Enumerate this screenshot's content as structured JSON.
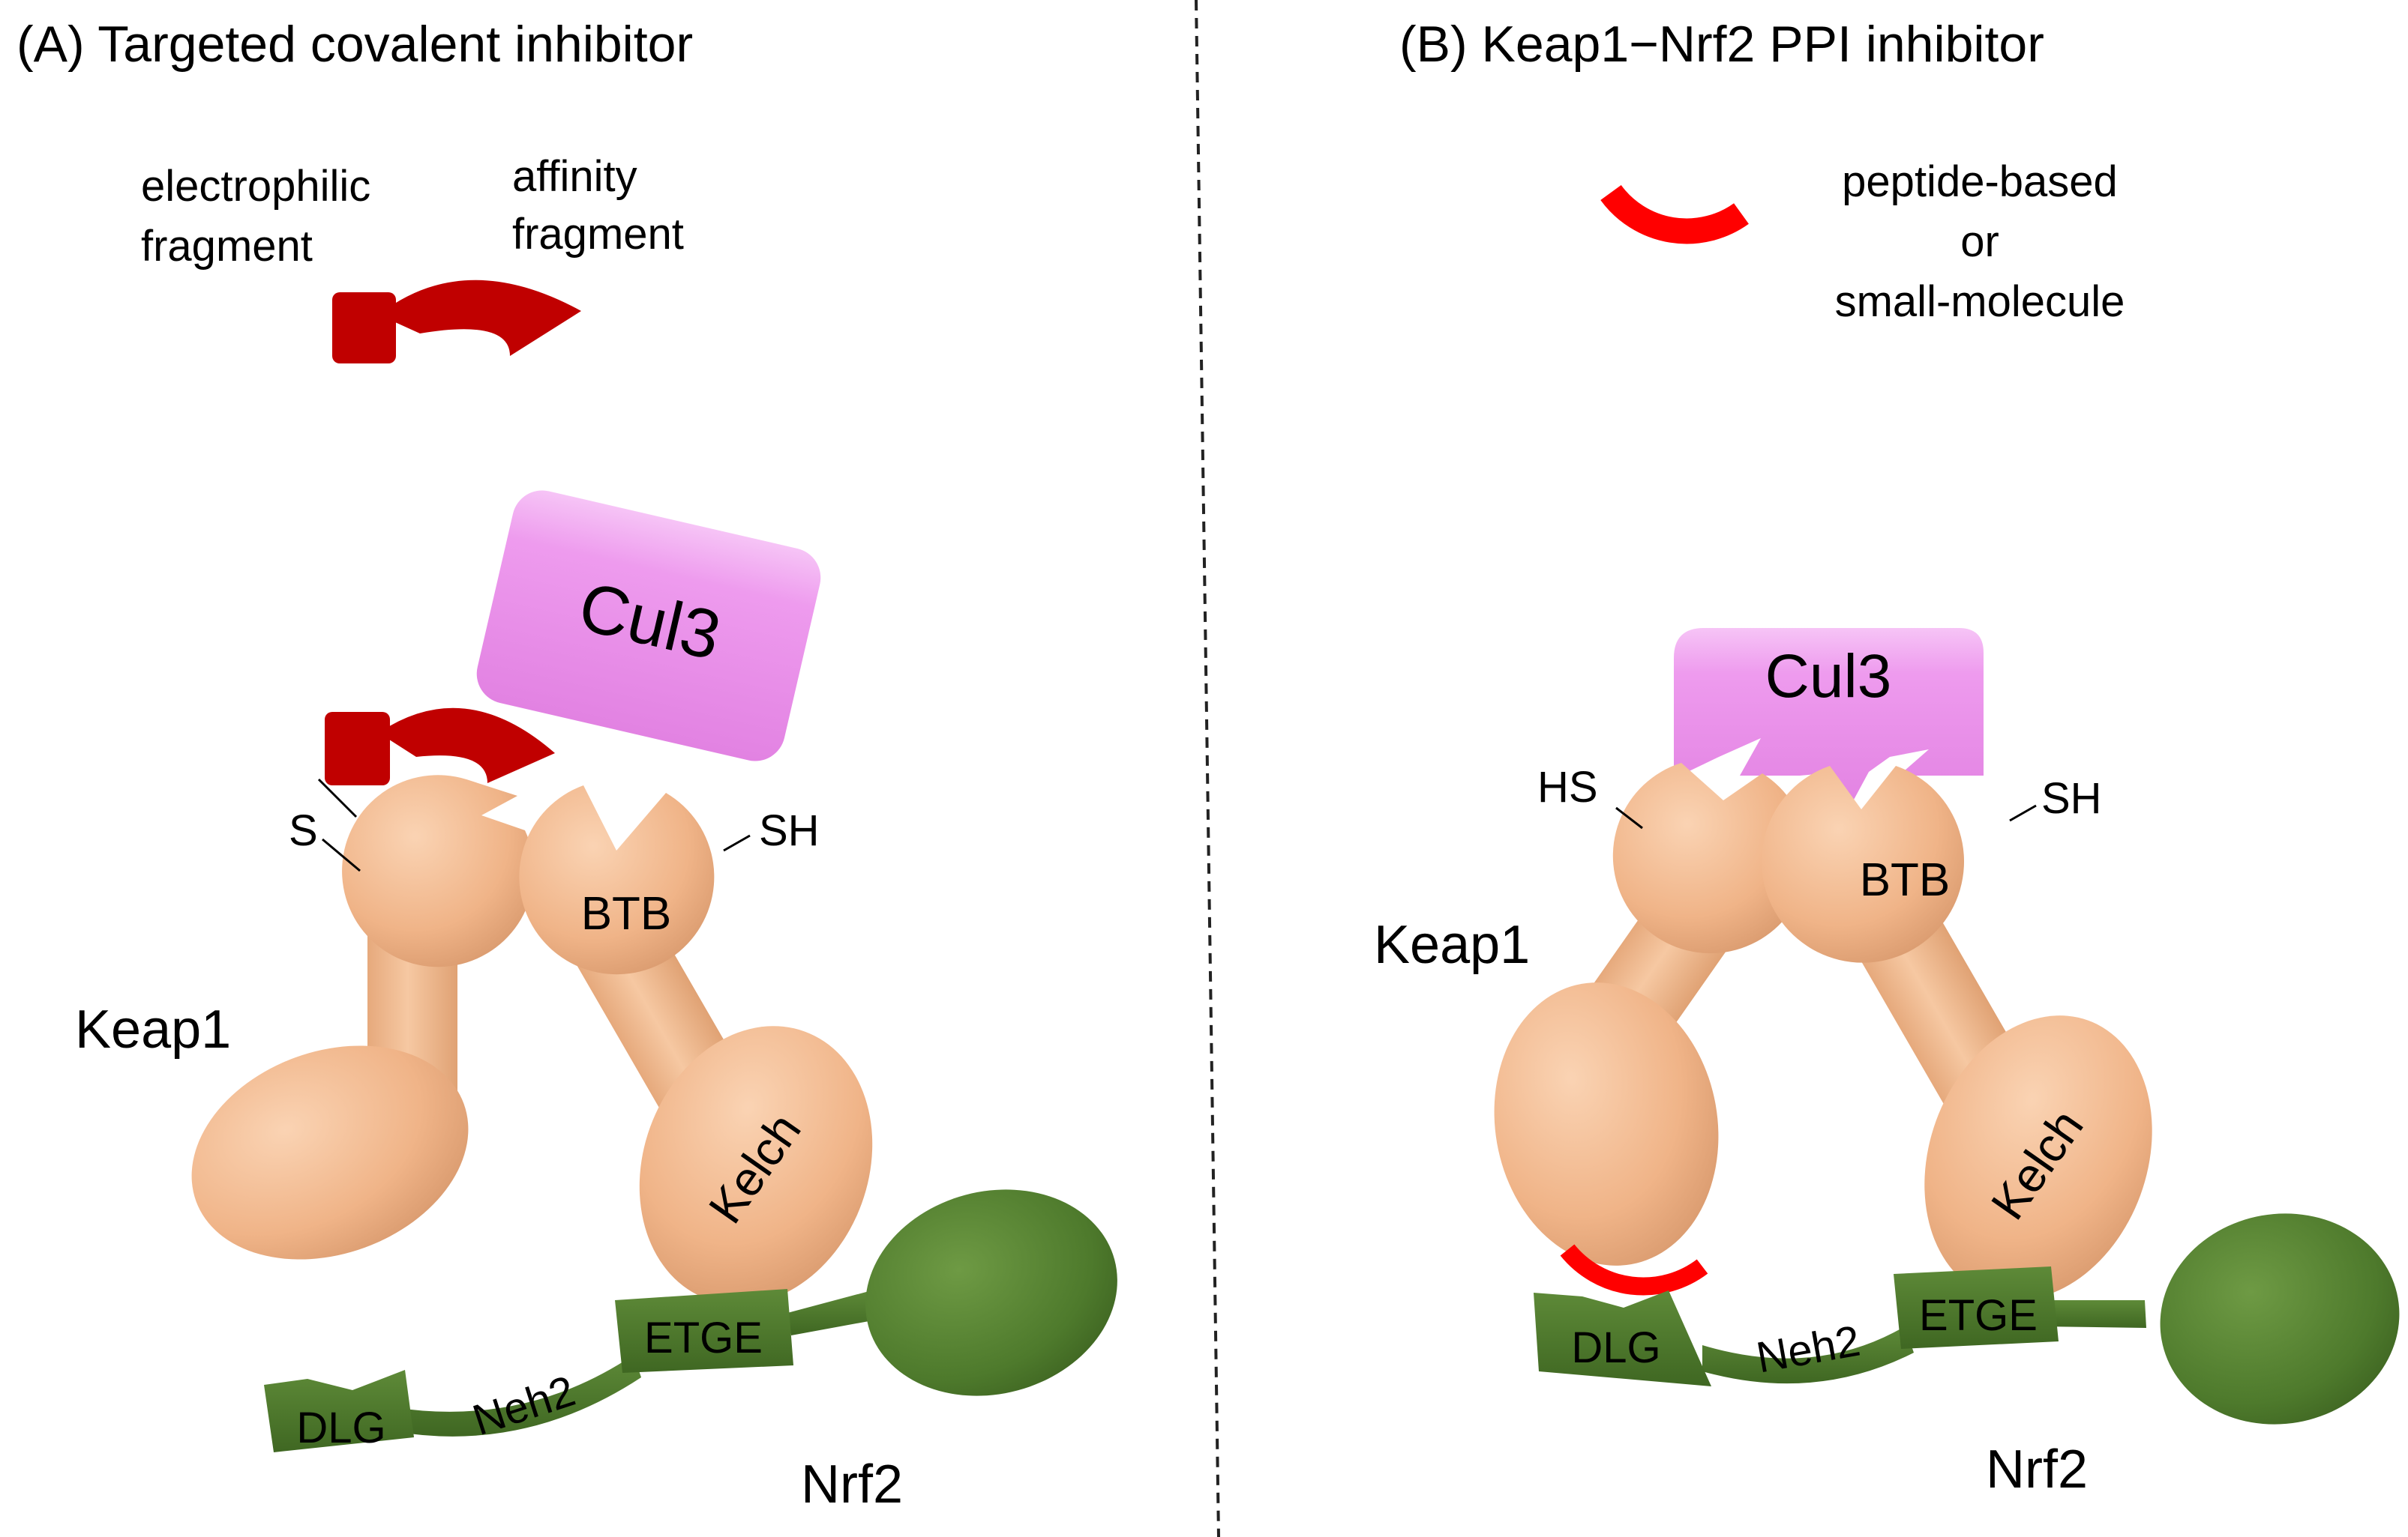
{
  "panel_a": {
    "title": "(A) Targeted covalent inhibitor",
    "legend": {
      "electrophilic_line1": "electrophilic",
      "electrophilic_line2": "fragment",
      "affinity_line1": "affinity",
      "affinity_line2": "fragment"
    },
    "cul3_label": "Cul3",
    "s_label": "S",
    "sh_label": "SH",
    "btb_label": "BTB",
    "keap1_label": "Keap1",
    "kelch_label": "Kelch",
    "dlg_label": "DLG",
    "neh2_label": "Neh2",
    "etge_label": "ETGE",
    "nrf2_label": "Nrf2"
  },
  "panel_b": {
    "title": "(B) Keap1−Nrf2 PPI inhibitor",
    "legend": {
      "line1": "peptide-based",
      "line2": "or",
      "line3": "small-molecule"
    },
    "cul3_label": "Cul3",
    "hs_label": "HS",
    "sh_label": "SH",
    "btb_label": "BTB",
    "keap1_label": "Keap1",
    "kelch_label": "Kelch",
    "dlg_label": "DLG",
    "neh2_label": "Neh2",
    "etge_label": "ETGE",
    "nrf2_label": "Nrf2"
  },
  "colors": {
    "keap1": "#F0B488",
    "cul3": "#EE99EE",
    "nrf2": "#4E7A2C",
    "covalent_inhibitor": "#C00000",
    "ppi_inhibitor": "#FF0000"
  }
}
